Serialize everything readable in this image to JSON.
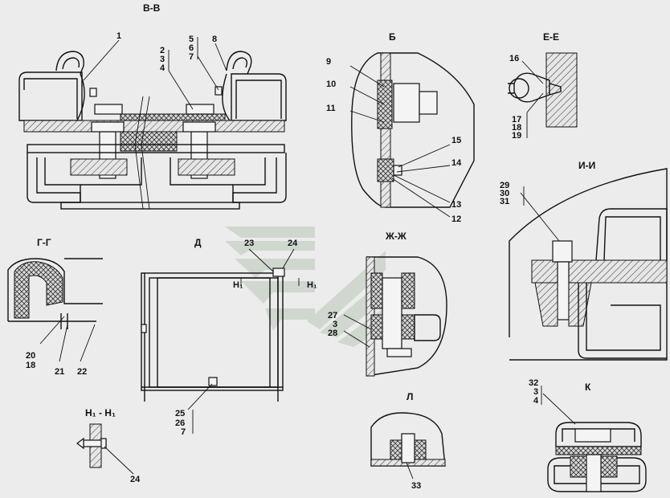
{
  "views": {
    "vv": "В-В",
    "b": "Б",
    "ee": "Е-Е",
    "ii": "И-И",
    "gg": "Г-Г",
    "d": "Д",
    "zhzh": "Ж-Ж",
    "h1h1": "H₁ - H₁",
    "l": "Л",
    "k": "К"
  },
  "callouts": {
    "c1": "1",
    "c2": "2",
    "c3": "3",
    "c4": "4",
    "c5": "5",
    "c6": "6",
    "c7": "7",
    "c8": "8",
    "c9": "9",
    "c10": "10",
    "c11": "11",
    "c12": "12",
    "c13": "13",
    "c14": "14",
    "c15": "15",
    "c16": "16",
    "c17": "17",
    "c18": "18",
    "c19": "19",
    "c20": "20",
    "c18b": "18",
    "c21": "21",
    "c22": "22",
    "c23": "23",
    "c24": "24",
    "c25": "25",
    "c26": "26",
    "c7b": "7",
    "c27": "27",
    "c3b": "3",
    "c28": "28",
    "c29": "29",
    "c30": "30",
    "c31": "31",
    "c32": "32",
    "c3c": "3",
    "c4b": "4",
    "c24b": "24",
    "c33": "33",
    "h1a": "H₁",
    "h1b": "H₁"
  }
}
